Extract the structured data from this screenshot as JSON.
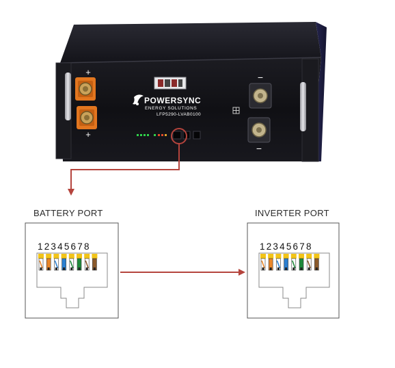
{
  "brand": {
    "name": "POWERSYNC",
    "subtitle": "ENERGY SOLUTIONS",
    "model": "LFP5290-LVAB0100"
  },
  "terminals": {
    "positive_symbol": "+",
    "negative_symbol": "−"
  },
  "ports": {
    "battery": {
      "title": "BATTERY PORT",
      "pins": "12345678"
    },
    "inverter": {
      "title": "INVERTER PORT",
      "pins": "12345678"
    }
  },
  "colors": {
    "arrow": "#b5443d",
    "chassis": "#17171d",
    "terminal_orange": "#e2761f",
    "pin_colors": [
      "#f2c418",
      "#e8862a",
      "#f2c418",
      "#2b7fd0",
      "#f2c418",
      "#1e8a3a",
      "#f2c418",
      "#8b5a2b"
    ]
  }
}
